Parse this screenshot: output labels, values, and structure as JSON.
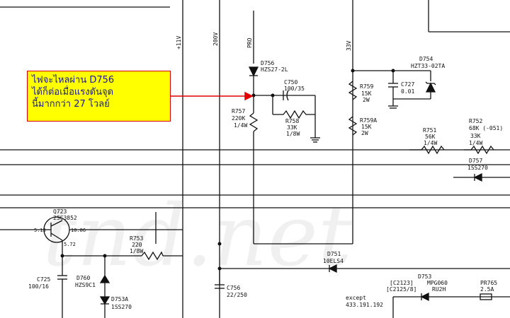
{
  "watermark": "tnd.net",
  "callout": {
    "lines": [
      "ไฟจะไหลผ่าน D756",
      "ได้ก็ต่อเมื่อแรงดันจุด",
      "นี้มากกว่า 27 โวลย์"
    ],
    "box_color": "#ffff00",
    "text_color": "#1a1a8c",
    "arrow_color": "#e00000"
  },
  "rails": {
    "r1": "+11V",
    "r2": "200V",
    "r3": "PRO",
    "r4": "33V"
  },
  "parts": {
    "d756": {
      "ref": "D756",
      "value": "HZS27-2L"
    },
    "c750": {
      "ref": "C750",
      "value": "100/35"
    },
    "r757": {
      "ref": "R757",
      "value": "220K",
      "power": "1/4W"
    },
    "r758": {
      "ref": "R758",
      "value": "33K",
      "power": "1/8W"
    },
    "r759": {
      "ref": "R759",
      "value": "15K",
      "power": "2W"
    },
    "r759a": {
      "ref": "R759A",
      "value": "15K",
      "power": "2W"
    },
    "c727": {
      "ref": "C727",
      "value": "0.01"
    },
    "d754": {
      "ref": "D754",
      "value": "HZT33-02TA"
    },
    "r751": {
      "ref": "R751",
      "value": "56K",
      "power": "1/4W"
    },
    "r752": {
      "ref": "R752",
      "value": "68K (-051)",
      "alt": "33K",
      "power": "1/4W"
    },
    "d757": {
      "ref": "D757",
      "value": "1SS270"
    },
    "q723": {
      "ref": "Q723",
      "value": "2SC3852",
      "v1": "5.13",
      "v2": "10.86",
      "v3": "5.72"
    },
    "r753": {
      "ref": "R753",
      "value": "220",
      "power": "1/8W"
    },
    "c725": {
      "ref": "C725",
      "value": "100/16"
    },
    "d760": {
      "ref": "D760",
      "value": "HZS9C1"
    },
    "d753a": {
      "ref": "D753A",
      "value": "1SS270"
    },
    "c756": {
      "ref": "C756",
      "value": "22/250"
    },
    "d751": {
      "ref": "D751",
      "value": "10ELS4"
    },
    "d753": {
      "ref": "D753",
      "value": "MPG060",
      "alt1": "[C2123]",
      "alt2": "[C2125/8]",
      "alt3": "RU2H"
    },
    "pr765": {
      "ref": "PR765",
      "value": "2.5A"
    },
    "except": {
      "line1": "except",
      "line2": "433.191.192"
    }
  }
}
